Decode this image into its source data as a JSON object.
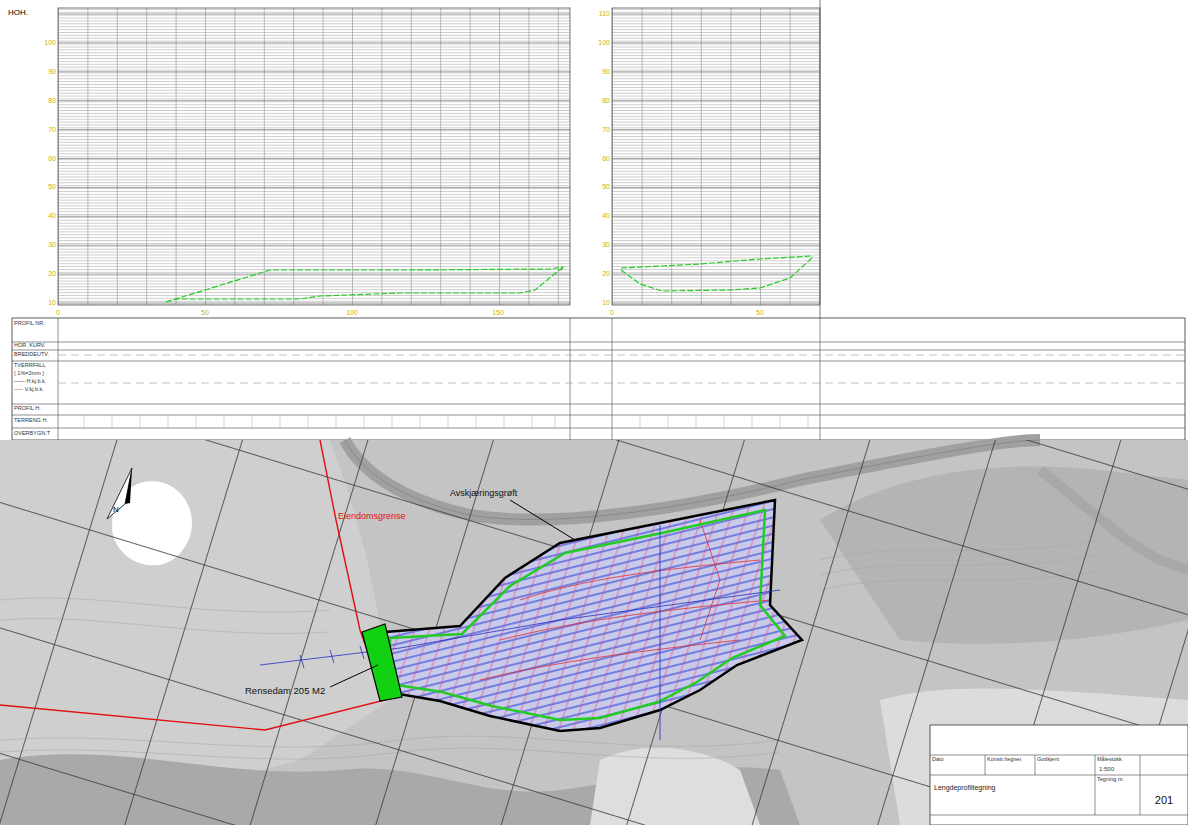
{
  "diagram": {
    "labels": [
      "HOH.",
      "100",
      "90",
      "80",
      "70",
      "60",
      "50",
      "40",
      "30",
      "20",
      "10",
      "110",
      "100",
      "90",
      "80",
      "70",
      "60",
      "50",
      "40",
      "30",
      "20",
      "10",
      "0",
      "50",
      "100",
      "150",
      "0",
      "50",
      "PROFIL NR.",
      "HOR. KURV.",
      "BREDDEUTV.",
      "TVERRFALL",
      "( 1%=2mm )",
      "—— H.kj.b.k.",
      "----- V.kj.b.k.",
      "PROFIL H.",
      "TERRENG H.",
      "OVERBYGN.T",
      "Avskjæringsgrøft",
      "Eiendomsgrense",
      "Rensedam 205 M2",
      "N",
      "Dato",
      "Konstr./tegnet",
      "Godkjent",
      "Målestokk",
      "1:500",
      "Lengdeprofiltegning",
      "Tegning nr.",
      "201"
    ]
  }
}
